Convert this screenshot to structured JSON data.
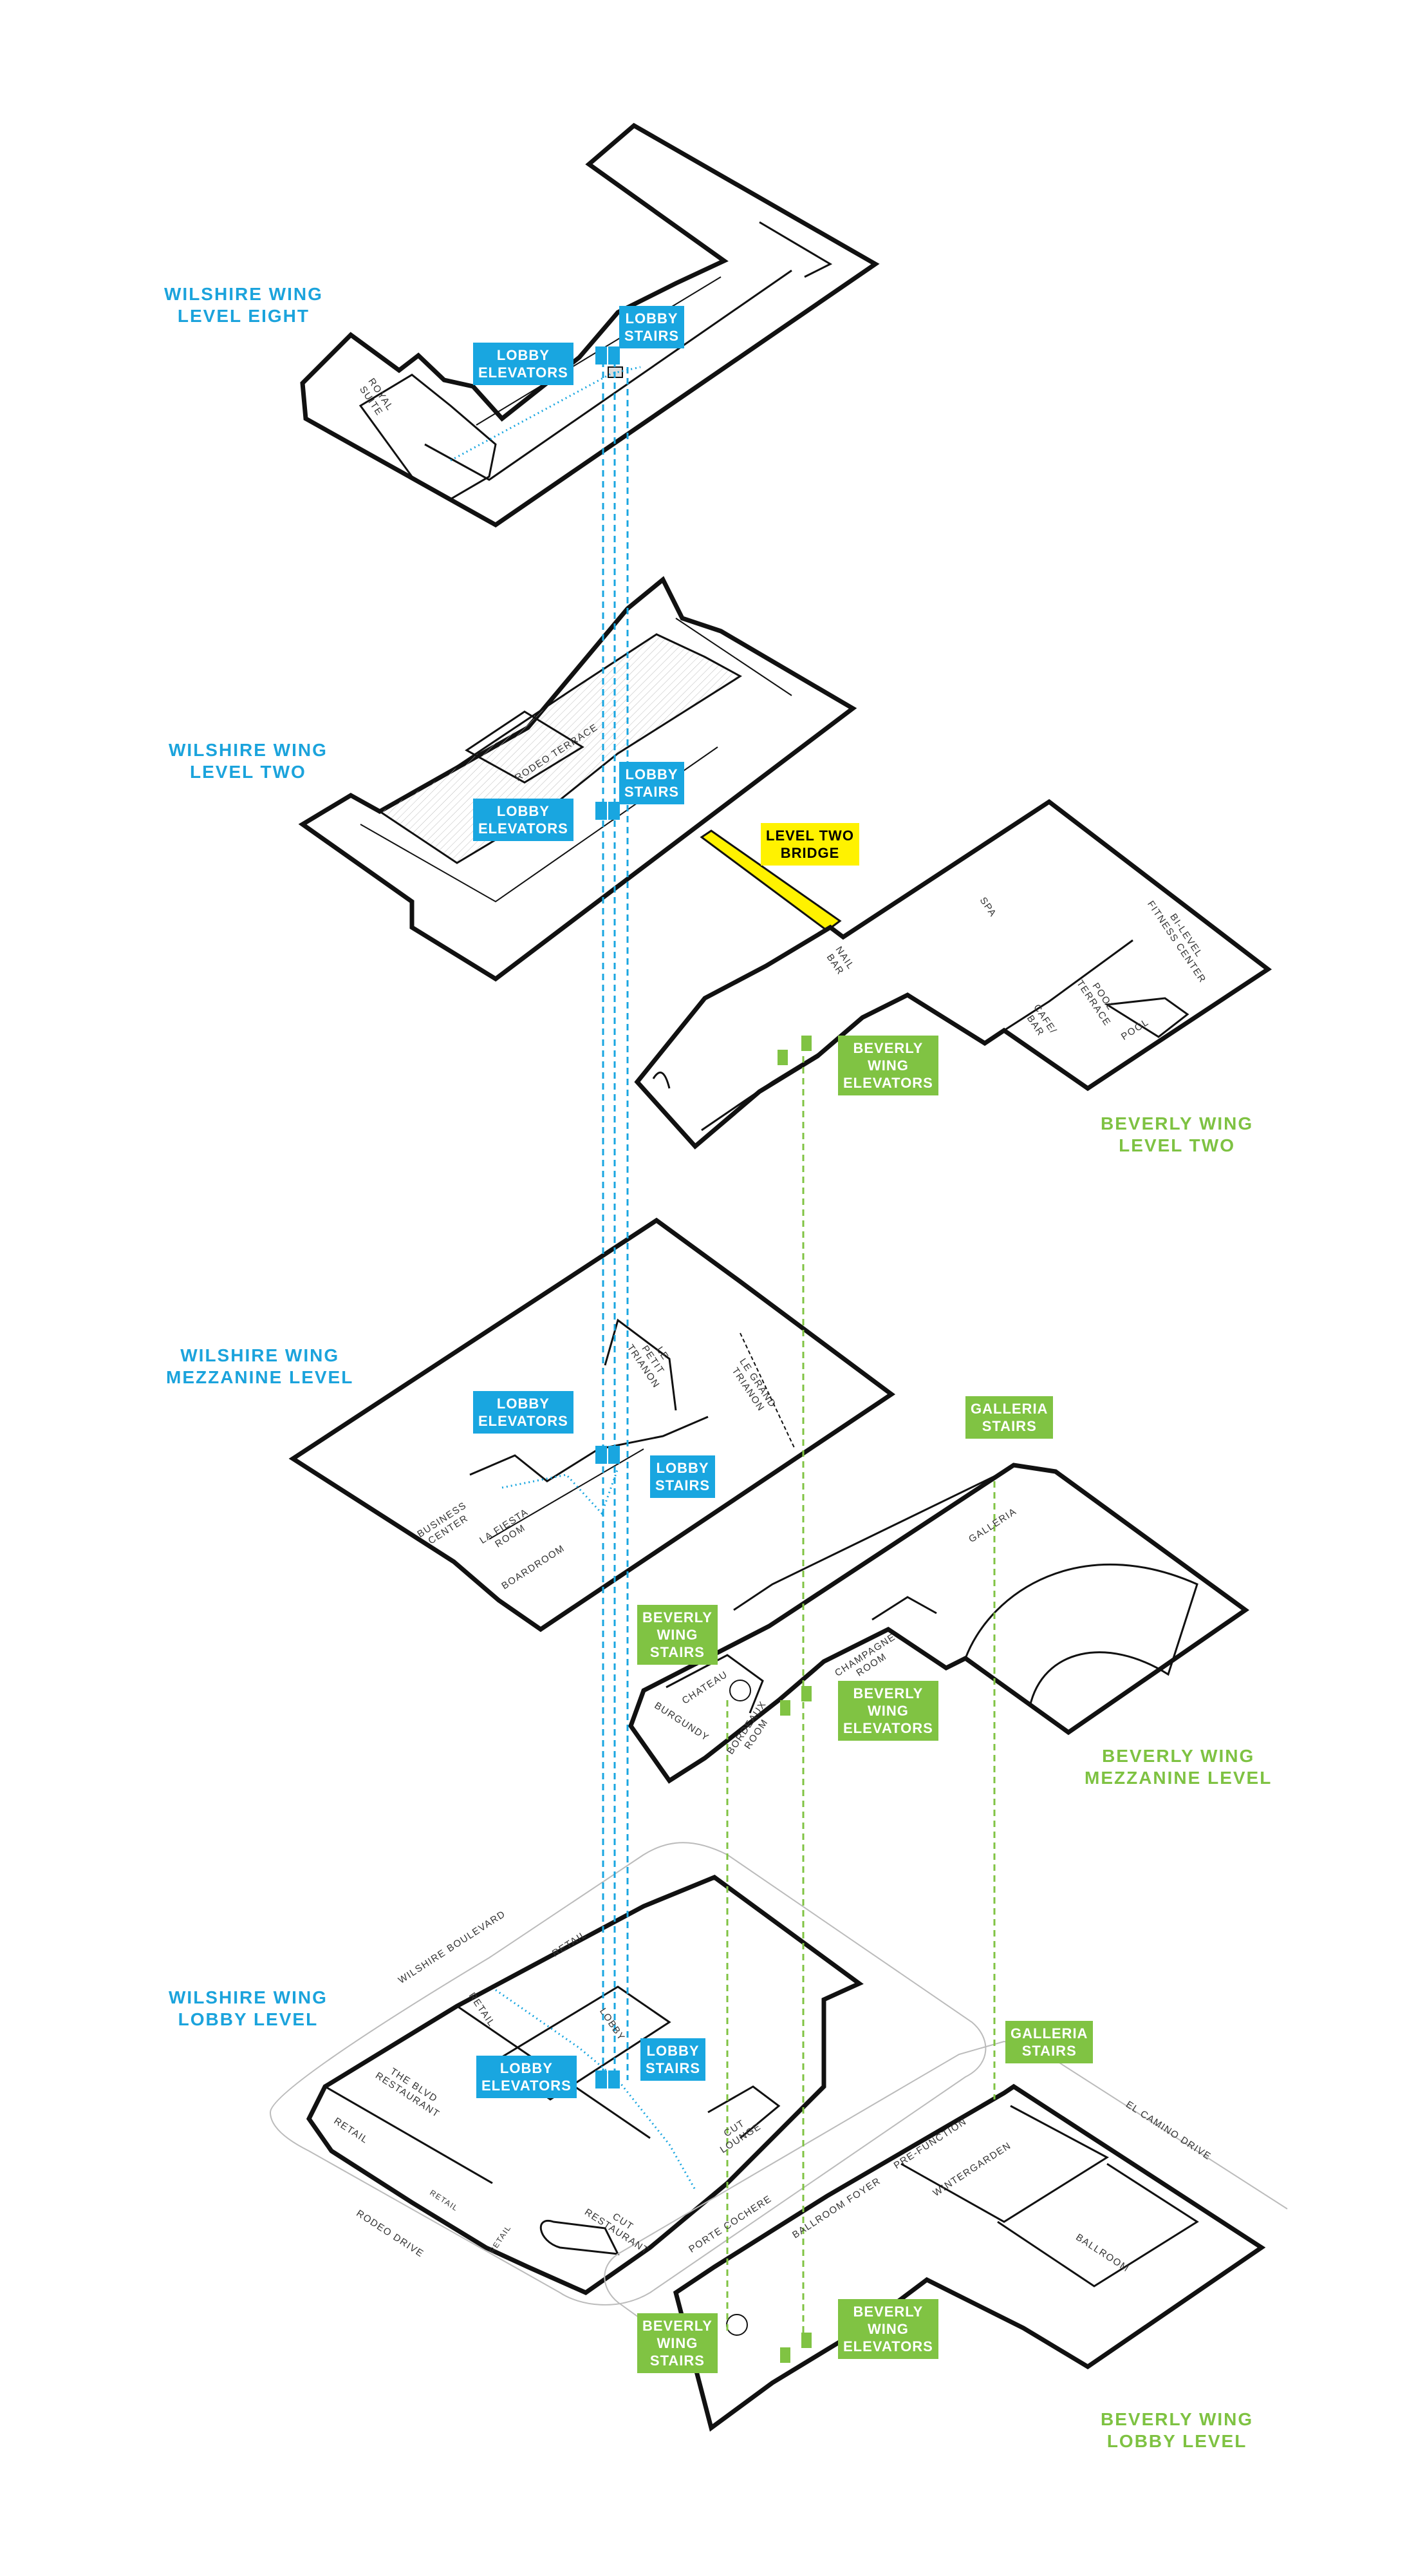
{
  "colors": {
    "wilshire_blue": "#1ba3dc",
    "beverly_green": "#7ec242",
    "bridge_yellow": "#fff200",
    "wall_black": "#111111"
  },
  "level_labels": {
    "w8": [
      "WILSHIRE WING",
      "LEVEL EIGHT"
    ],
    "w2": [
      "WILSHIRE WING",
      "LEVEL TWO"
    ],
    "wm": [
      "WILSHIRE WING",
      "MEZZANINE LEVEL"
    ],
    "wl": [
      "WILSHIRE WING",
      "LOBBY LEVEL"
    ],
    "b2": [
      "BEVERLY WING",
      "LEVEL TWO"
    ],
    "bm": [
      "BEVERLY WING",
      "MEZZANINE LEVEL"
    ],
    "bl": [
      "BEVERLY WING",
      "LOBBY LEVEL"
    ]
  },
  "tags": {
    "w8_elev": [
      "LOBBY",
      "ELEVATORS"
    ],
    "w8_stairs": [
      "LOBBY",
      "STAIRS"
    ],
    "w2_elev": [
      "LOBBY",
      "ELEVATORS"
    ],
    "w2_stairs": [
      "LOBBY",
      "STAIRS"
    ],
    "bridge": [
      "LEVEL TWO",
      "BRIDGE"
    ],
    "b2_elev": [
      "BEVERLY",
      "WING",
      "ELEVATORS"
    ],
    "wm_elev": [
      "LOBBY",
      "ELEVATORS"
    ],
    "wm_stairs": [
      "LOBBY",
      "STAIRS"
    ],
    "bm_galleria": [
      "GALLERIA",
      "STAIRS"
    ],
    "bm_stairs": [
      "BEVERLY",
      "WING",
      "STAIRS"
    ],
    "bm_elev": [
      "BEVERLY",
      "WING",
      "ELEVATORS"
    ],
    "wl_elev": [
      "LOBBY",
      "ELEVATORS"
    ],
    "wl_stairs": [
      "LOBBY",
      "STAIRS"
    ],
    "bl_galleria": [
      "GALLERIA",
      "STAIRS"
    ],
    "bl_stairs": [
      "BEVERLY",
      "WING",
      "STAIRS"
    ],
    "bl_elev": [
      "BEVERLY",
      "WING",
      "ELEVATORS"
    ]
  },
  "rooms": {
    "royal_suite": [
      "ROYAL",
      "SUITE"
    ],
    "rodeo_terrace": [
      "RODEO TERRACE"
    ],
    "nail_bar": [
      "NAIL",
      "BAR"
    ],
    "spa": [
      "SPA"
    ],
    "fitness_center": [
      "BI-LEVEL",
      "FITNESS CENTER"
    ],
    "pool_terrace": [
      "POOL",
      "TERRACE"
    ],
    "cafe_bar": [
      "CAFE/",
      "BAR"
    ],
    "pool": [
      "POOL"
    ],
    "le_petit_trianon": [
      "LE",
      "PETIT",
      "TRIANON"
    ],
    "le_grand_trianon": [
      "LE GRAND",
      "TRIANON"
    ],
    "business_center": [
      "BUSINESS",
      "CENTER"
    ],
    "la_fiesta_room": [
      "LA FIESTA",
      "ROOM"
    ],
    "boardroom": [
      "BOARDROOM"
    ],
    "galleria": [
      "GALLERIA"
    ],
    "champagne_room": [
      "CHAMPAGNE",
      "ROOM"
    ],
    "chateau": [
      "CHATEAU"
    ],
    "burgundy": [
      "BURGUNDY"
    ],
    "bordeaux_room": [
      "BORDEAUX",
      "ROOM"
    ],
    "wilshire_boulevard": [
      "WILSHIRE BOULEVARD"
    ],
    "retail_1": [
      "RETAIL"
    ],
    "retail_2": [
      "RETAIL"
    ],
    "retail_3": [
      "RETAIL"
    ],
    "lobby": [
      "LOBBY"
    ],
    "the_blvd_restaurant": [
      "THE BLVD",
      "RESTAURANT"
    ],
    "cut_lounge": [
      "CUT",
      "LOUNGE"
    ],
    "cut_restaurant": [
      "CUT",
      "RESTAURANT"
    ],
    "retail_small_1": [
      "RETAIL"
    ],
    "retail_small_2": [
      "RETAIL"
    ],
    "rodeo_drive": [
      "RODEO DRIVE"
    ],
    "porte_cochere": [
      "PORTE COCHERE"
    ],
    "ballroom_foyer": [
      "BALLROOM FOYER"
    ],
    "pre_function": [
      "PRE-FUNCTION"
    ],
    "wintergarden": [
      "WINTERGARDEN"
    ],
    "ballroom": [
      "BALLROOM"
    ],
    "el_camino_drive": [
      "EL CAMINO DRIVE"
    ]
  }
}
